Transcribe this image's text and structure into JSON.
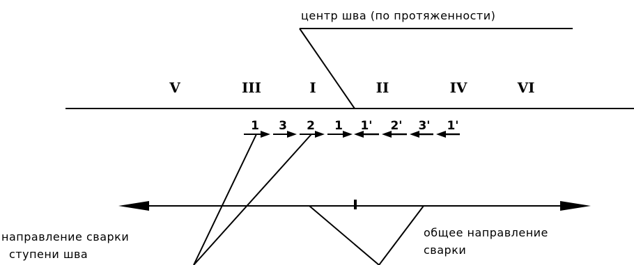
{
  "top_label": "центр шва (по протяженности)",
  "zones": [
    "V",
    "III",
    "I",
    "II",
    "IV",
    "VI"
  ],
  "step_numbers": [
    "1",
    "3",
    "2",
    "1",
    "1'",
    "2'",
    "3'",
    "1'"
  ],
  "label_left": {
    "line1": "направление сварки",
    "line2": "ступени шва"
  },
  "label_right": {
    "line1": "общее направление",
    "line2": "сварки"
  }
}
